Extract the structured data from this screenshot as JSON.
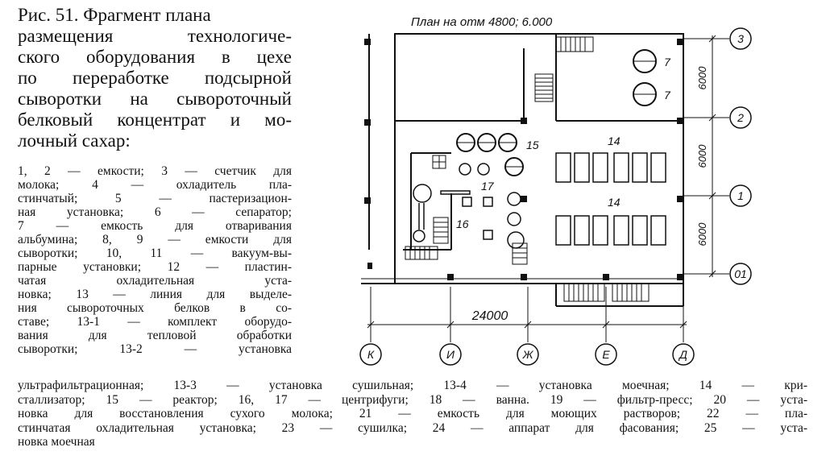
{
  "figure": {
    "caption_lines": [
      "Рис. 51. Фрагмент плана",
      "размещения технологиче-",
      "ского оборудования в цехе",
      "по переработке подсырной",
      "сыворотки на сывороточный",
      "белковый концентрат и мо-",
      "лочный сахар:"
    ],
    "legend_left_lines": [
      "1, 2 — емкости; 3 — счетчик для",
      "молока; 4 — охладитель пла-",
      "стинчатый; 5 — пастеризацион-",
      "ная установка; 6 — сепаратор;",
      "7 — емкость для отваривания",
      "альбумина; 8, 9 — емкости для",
      "сыворотки; 10, 11 — вакуум-вы-",
      "парные установки; 12 — пластин-",
      "чатая охладительная уста-",
      "новка; 13 — линия для выделе-",
      "ния сывороточных белков в со-",
      "ставе; 13-1 — комплект оборудо-",
      "вания для тепловой обработки",
      "сыворотки; 13-2 — установка"
    ],
    "legend_full_lines": [
      "ультрафильтрационная; 13-3 — установка сушильная; 13-4 — установка моечная; 14 — кри-",
      "сталлизатор; 15 — реактор; 16, 17 — центрифуги; 18 — ванна. 19 — фильтр-пресс; 20 — уста-",
      "новка для восстановления сухого молока; 21 — емкость для моющих растворов; 22 — пла-",
      "стинчатая охладительная установка; 23 — сушилка; 24 — аппарат для фасования; 25 — уста-",
      "новка моечная"
    ]
  },
  "plan": {
    "title": "План на отм 4800; 6.000",
    "dimension_total": "24000",
    "dimension_span": "6000",
    "axes_right": [
      "3",
      "2",
      "1",
      "01"
    ],
    "axes_bottom": [
      "К",
      "И",
      "Ж",
      "Е",
      "Д"
    ],
    "room_labels": {
      "7a": "7",
      "7b": "7",
      "14a": "14",
      "14b": "14",
      "15": "15",
      "16": "16",
      "17": "17"
    }
  }
}
